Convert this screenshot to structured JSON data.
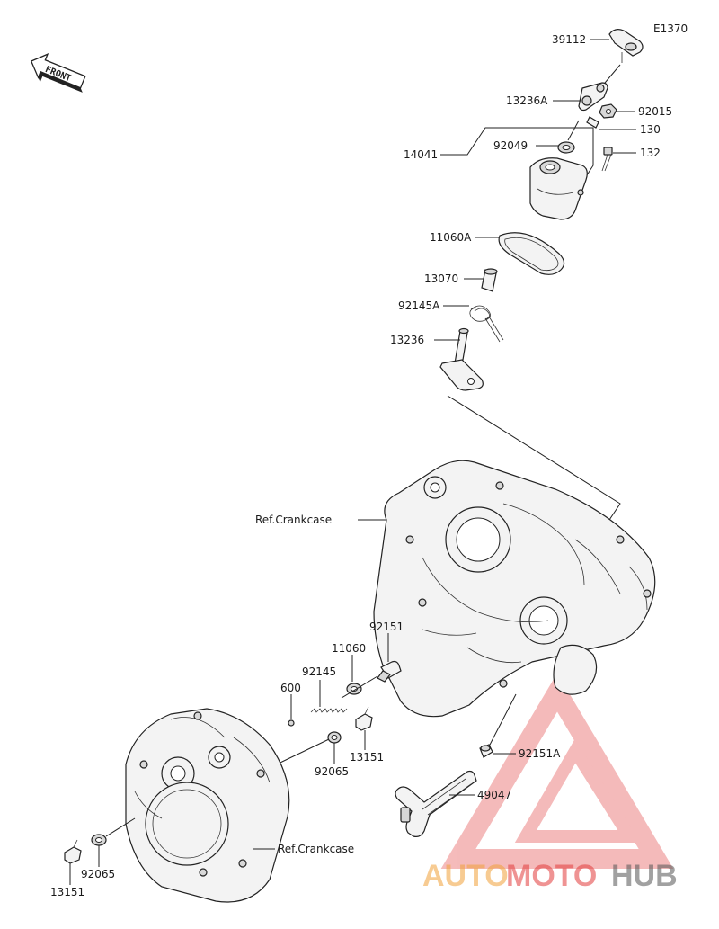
{
  "diagram_code": "E1370",
  "front_label": "FRONT",
  "labels": {
    "p39112": "39112",
    "p13236A": "13236A",
    "p92015": "92015",
    "p130": "130",
    "p14041": "14041",
    "p92049": "92049",
    "p132": "132",
    "p11060A": "11060A",
    "p13070": "13070",
    "p92145A": "92145A",
    "p13236": "13236",
    "ref_crankcase_upper": "Ref.Crankcase",
    "p92151": "92151",
    "p11060": "11060",
    "p92145": "92145",
    "p600": "600",
    "p13151_mid": "13151",
    "p92065_mid": "92065",
    "p92151A": "92151A",
    "p49047": "49047",
    "ref_crankcase_lower": "Ref.Crankcase",
    "p92065_low": "92065",
    "p13151_low": "13151"
  },
  "watermark": {
    "text_auto": "AUTO",
    "text_moto": "MOTO",
    "text_hub": "HUB",
    "color_red": "#e23b3b",
    "color_orange": "#f2a23a",
    "color_dark": "#555555"
  }
}
